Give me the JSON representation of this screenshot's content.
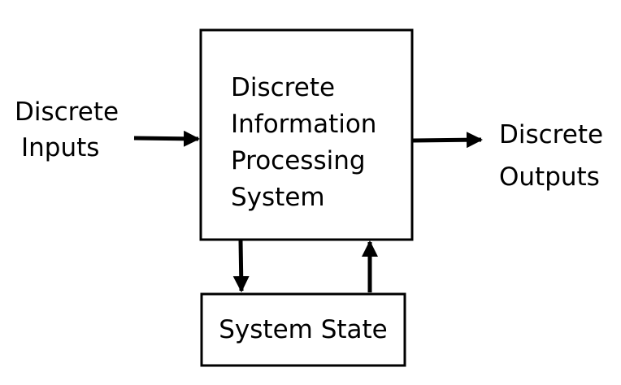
{
  "diagram": {
    "inputs": {
      "lines": [
        "Discrete",
        "Inputs"
      ]
    },
    "processor": {
      "lines": [
        "Discrete",
        "Information",
        "Processing",
        "System"
      ]
    },
    "outputs": {
      "lines": [
        "Discrete",
        "Outputs"
      ]
    },
    "state": {
      "label": "System State"
    },
    "colors": {
      "stroke": "#000000",
      "background": "#ffffff"
    }
  }
}
